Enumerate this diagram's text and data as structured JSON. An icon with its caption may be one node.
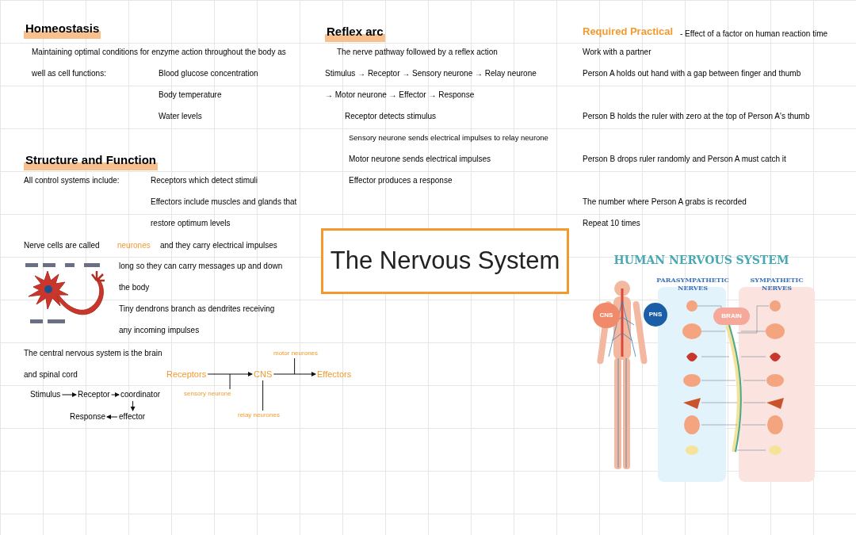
{
  "diagram": {
    "nodes": [
      {
        "text": [
          "The Nervous System"
        ]
      },
      {
        "text": [
          "Receptors"
        ]
      },
      {
        "text": [
          "CNS"
        ]
      },
      {
        "text": [
          "Effectors"
        ]
      },
      {
        "text": [
          "motor neurones"
        ]
      },
      {
        "text": [
          "sensory neurone"
        ]
      },
      {
        "text": [
          "relay neurones"
        ]
      },
      {
        "text": [
          "Stimulus"
        ]
      },
      {
        "text": [
          "Receptor"
        ]
      },
      {
        "text": [
          "coordinator"
        ]
      },
      {
        "text": [
          "effector"
        ]
      },
      {
        "text": [
          "Response"
        ]
      }
    ],
    "edges": [
      {
        "from": 1,
        "to": 2,
        "arrow": "to"
      },
      {
        "from": 2,
        "to": 3,
        "arrow": "to"
      },
      {
        "from": 4,
        "to": null,
        "arrow": "none"
      },
      {
        "from": 5,
        "to": null,
        "arrow": "none"
      },
      {
        "from": 6,
        "to": 2,
        "arrow": "none"
      },
      {
        "from": 7,
        "to": 8,
        "arrow": "to"
      },
      {
        "from": 8,
        "to": 9,
        "arrow": "to"
      },
      {
        "from": 9,
        "to": 10,
        "arrow": "to"
      },
      {
        "from": 10,
        "to": 11,
        "arrow": "to"
      }
    ],
    "labels": [
      "Homeostasis",
      "Maintaining optimal conditions for enzyme action throughout the body as well as cell functions:",
      "Blood glucose concentration",
      "Body temperature",
      "Water levels",
      "Structure and Function",
      "All control systems include:",
      "Receptors which detect stimuli",
      "Effectors include muscles and glands that restore optimum levels",
      "Nerve cells are called",
      "neurones",
      "and they carry electrical impulses",
      "long so they can carry messages up and down the body",
      "Tiny dendrons branch as dendrites receiving any incoming impulses",
      "The central nervous system is the brain and spinal cord",
      "Reflex arc",
      "The nerve pathway followed by a reflex action",
      "Stimulus → Receptor → Sensory neurone → Relay neurone",
      "→ Motor neurone → Effector → Response",
      "Receptor detects stimulus",
      "Sensory neurone sends electrical impulses to relay neurone",
      "Motor neurone sends electrical impulses",
      "Effector produces a response",
      "Required Practical",
      "- Effect of a factor on human reaction time",
      "Work with a partner",
      "Person A holds out hand with a gap between finger and thumb",
      "Person B holds the ruler with zero at the top of Person A's thumb",
      "Person B drops ruler randomly and Person A must catch it",
      "The number where Person A grabs is recorded",
      "Repeat 10 times",
      "HUMAN NERVOUS SYSTEM",
      "PARASYMPATHETIC NERVES",
      "SYMPATHETIC NERVES",
      "CNS",
      "PNS",
      "BRAIN"
    ]
  }
}
